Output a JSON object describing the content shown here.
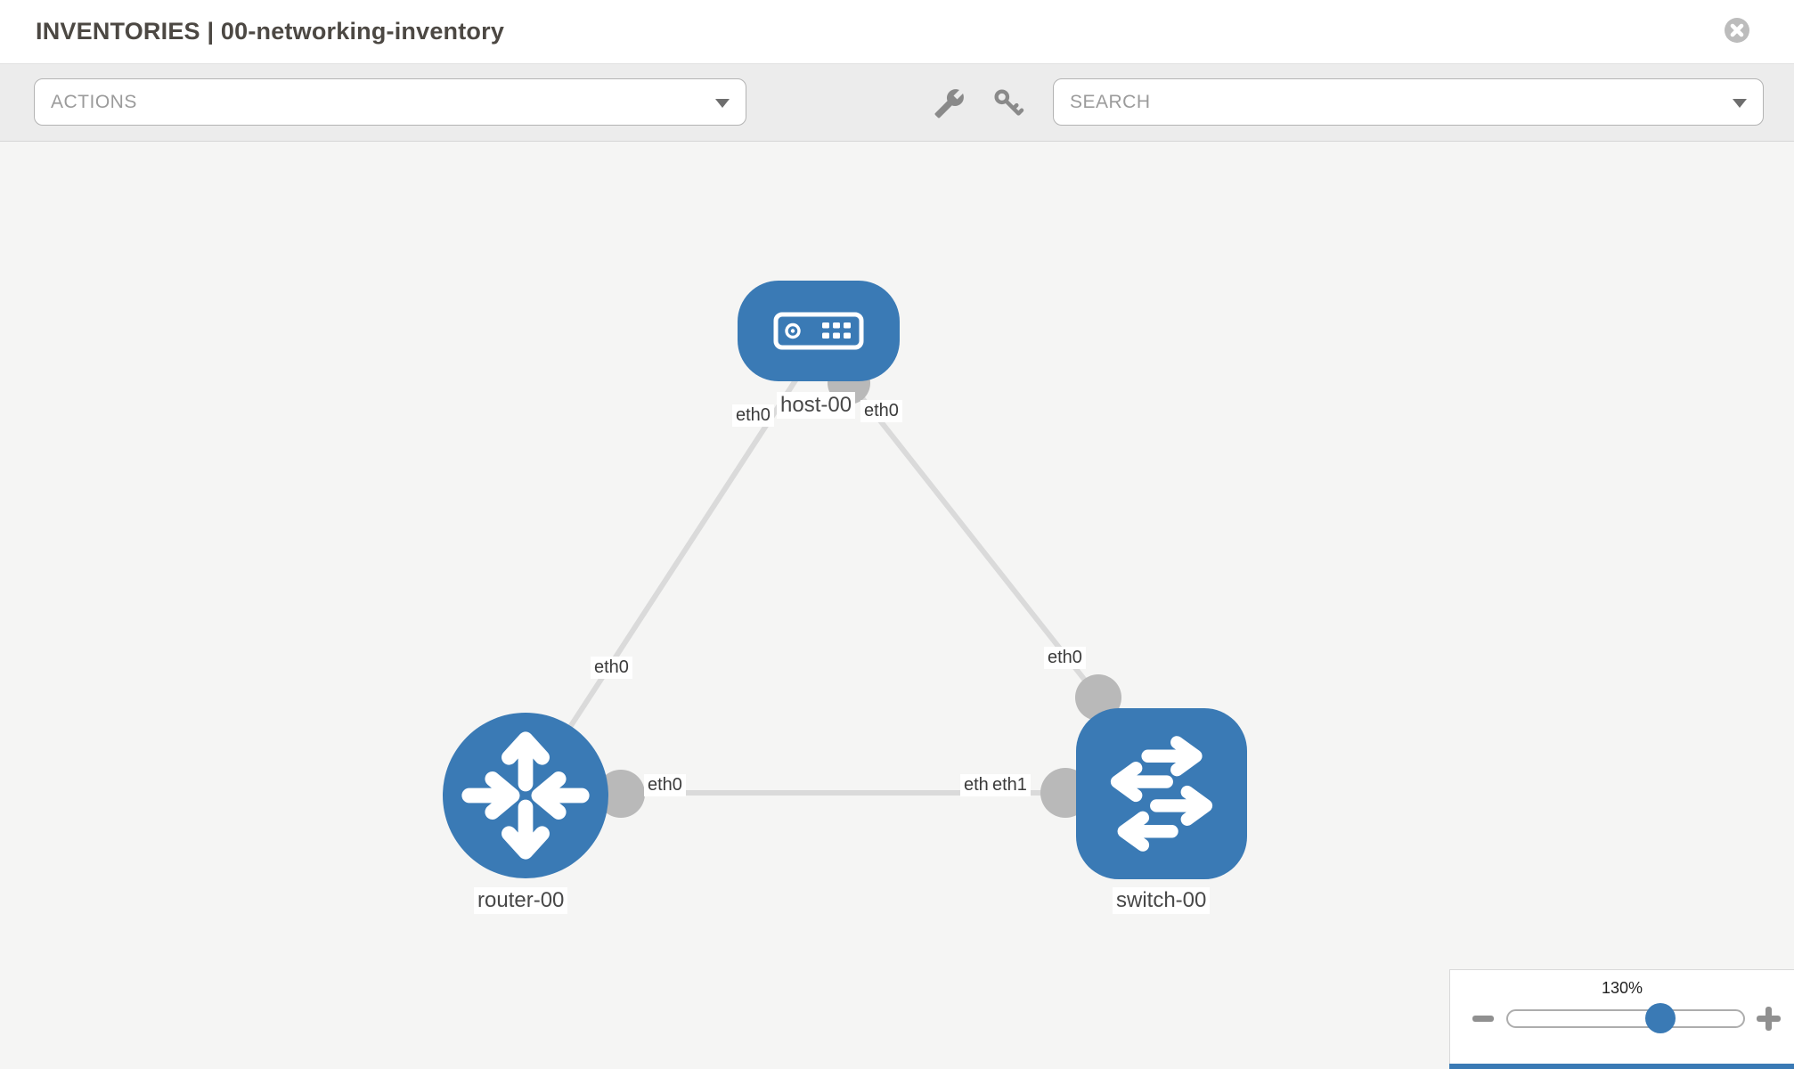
{
  "header": {
    "title": "INVENTORIES | 00-networking-inventory"
  },
  "toolbar": {
    "actions_label": "ACTIONS",
    "search_placeholder": "SEARCH",
    "icons": [
      "wrench-icon",
      "key-icon"
    ]
  },
  "topology": {
    "nodes": [
      {
        "label": "host-00",
        "type": "host"
      },
      {
        "label": "router-00",
        "type": "router"
      },
      {
        "label": "switch-00",
        "type": "switch"
      }
    ],
    "links": [
      {
        "from": "host-00",
        "from_if": "eth0",
        "to": "router-00",
        "to_if": "eth0"
      },
      {
        "from": "host-00",
        "from_if": "eth0",
        "to": "switch-00",
        "to_if": "eth0"
      },
      {
        "from": "router-00",
        "from_if": "eth0",
        "to": "switch-00",
        "to_if": "eth1"
      }
    ]
  },
  "zoom": {
    "level": "130%"
  },
  "colors": {
    "node_blue": "#3a7ab5",
    "link_gray": "#dadada",
    "anchor_gray": "#b9b9b9",
    "toolbar_bg": "#ececec"
  }
}
